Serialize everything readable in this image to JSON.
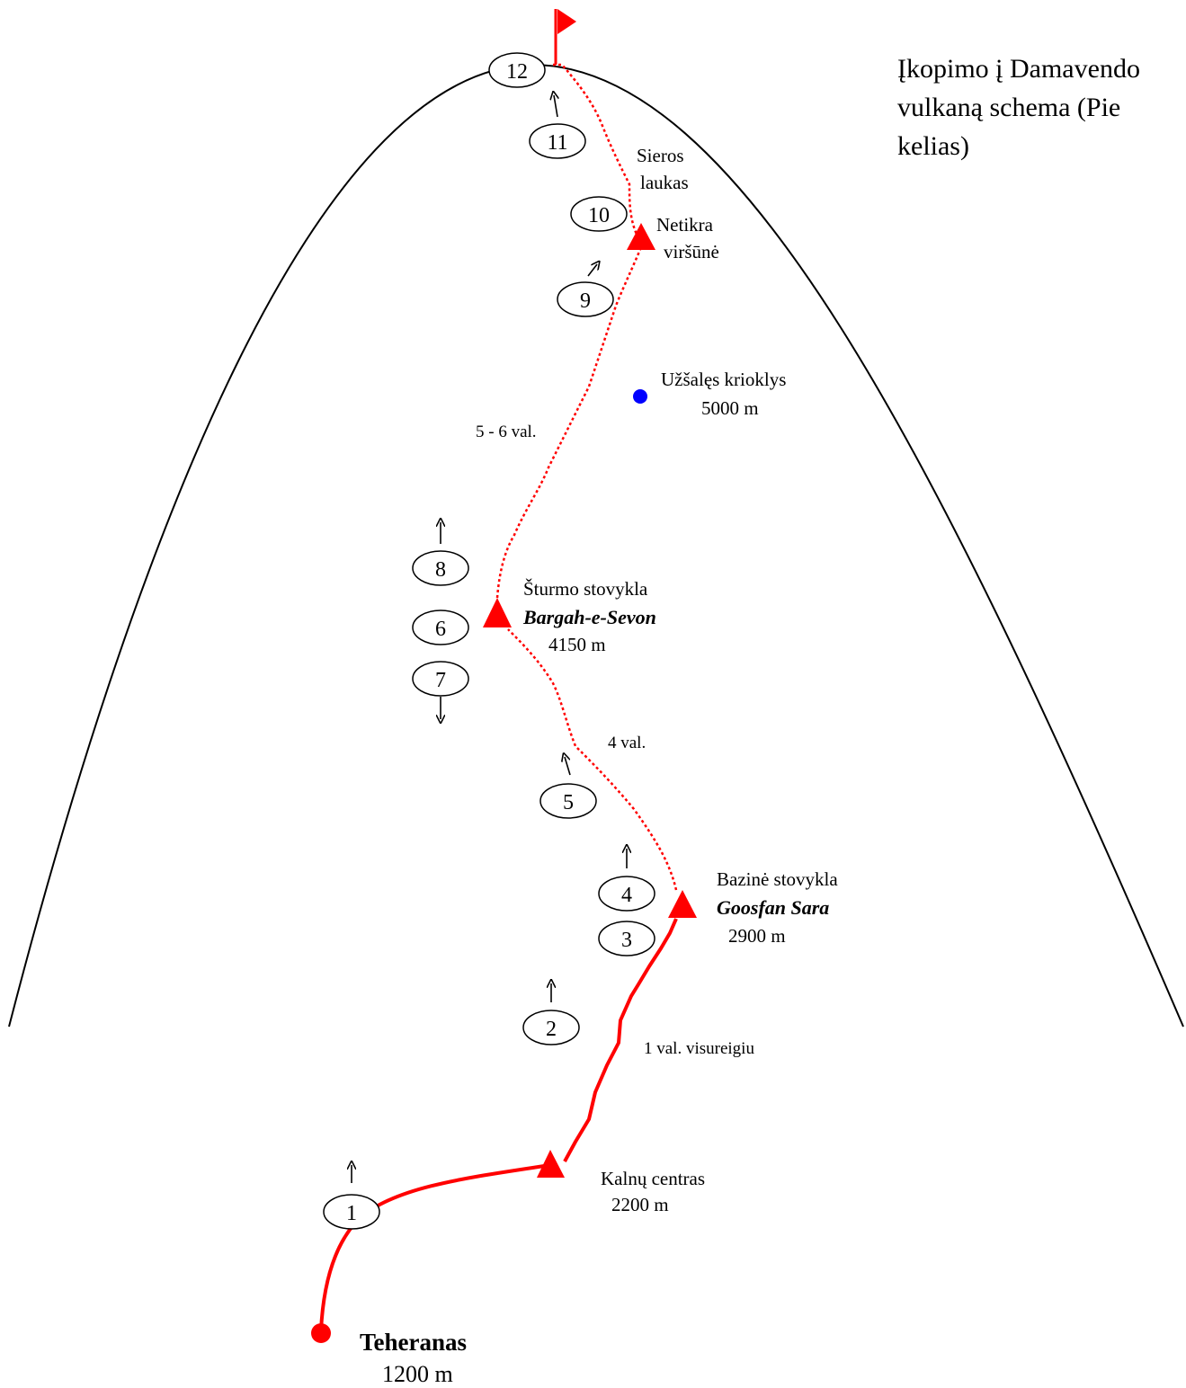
{
  "title": {
    "lines": [
      "Įkopimo į Damavendo",
      "vulkaną  schema (Pie",
      "kelias)"
    ]
  },
  "places": {
    "tehran": {
      "name": "Teheranas",
      "altitude": "1200 m"
    },
    "mountain_center": {
      "name": "Kalnų centras",
      "altitude": "2200 m"
    },
    "base_camp": {
      "name": "Bazinė stovykla",
      "name2": "Goosfan Sara",
      "altitude": "2900 m"
    },
    "assault_camp": {
      "name": "Šturmo stovykla",
      "name2": "Bargah-e-Sevon",
      "altitude": "4150 m"
    },
    "frozen_waterfall": {
      "name": "Užšalęs krioklys",
      "altitude": "5000 m"
    },
    "false_summit": {
      "name1": "Netikra",
      "name2": "viršūnė"
    },
    "sulphur_field": {
      "name1": "Sieros",
      "name2": "laukas"
    }
  },
  "durations": {
    "jeep": "1 val. visureigiu",
    "to_assault": "4 val.",
    "to_summit": "5 - 6 val."
  },
  "days": [
    "1",
    "2",
    "3",
    "4",
    "5",
    "6",
    "7",
    "8",
    "9",
    "10",
    "11",
    "12"
  ],
  "colors": {
    "route": "#ff0000",
    "marker": "#ff0000",
    "waterfall_dot": "#0000ff",
    "outline": "#000000"
  },
  "icons": {
    "start": "red-dot-icon",
    "camp": "red-triangle-icon",
    "summit": "red-flag-icon",
    "direction": "arrow-icon"
  }
}
